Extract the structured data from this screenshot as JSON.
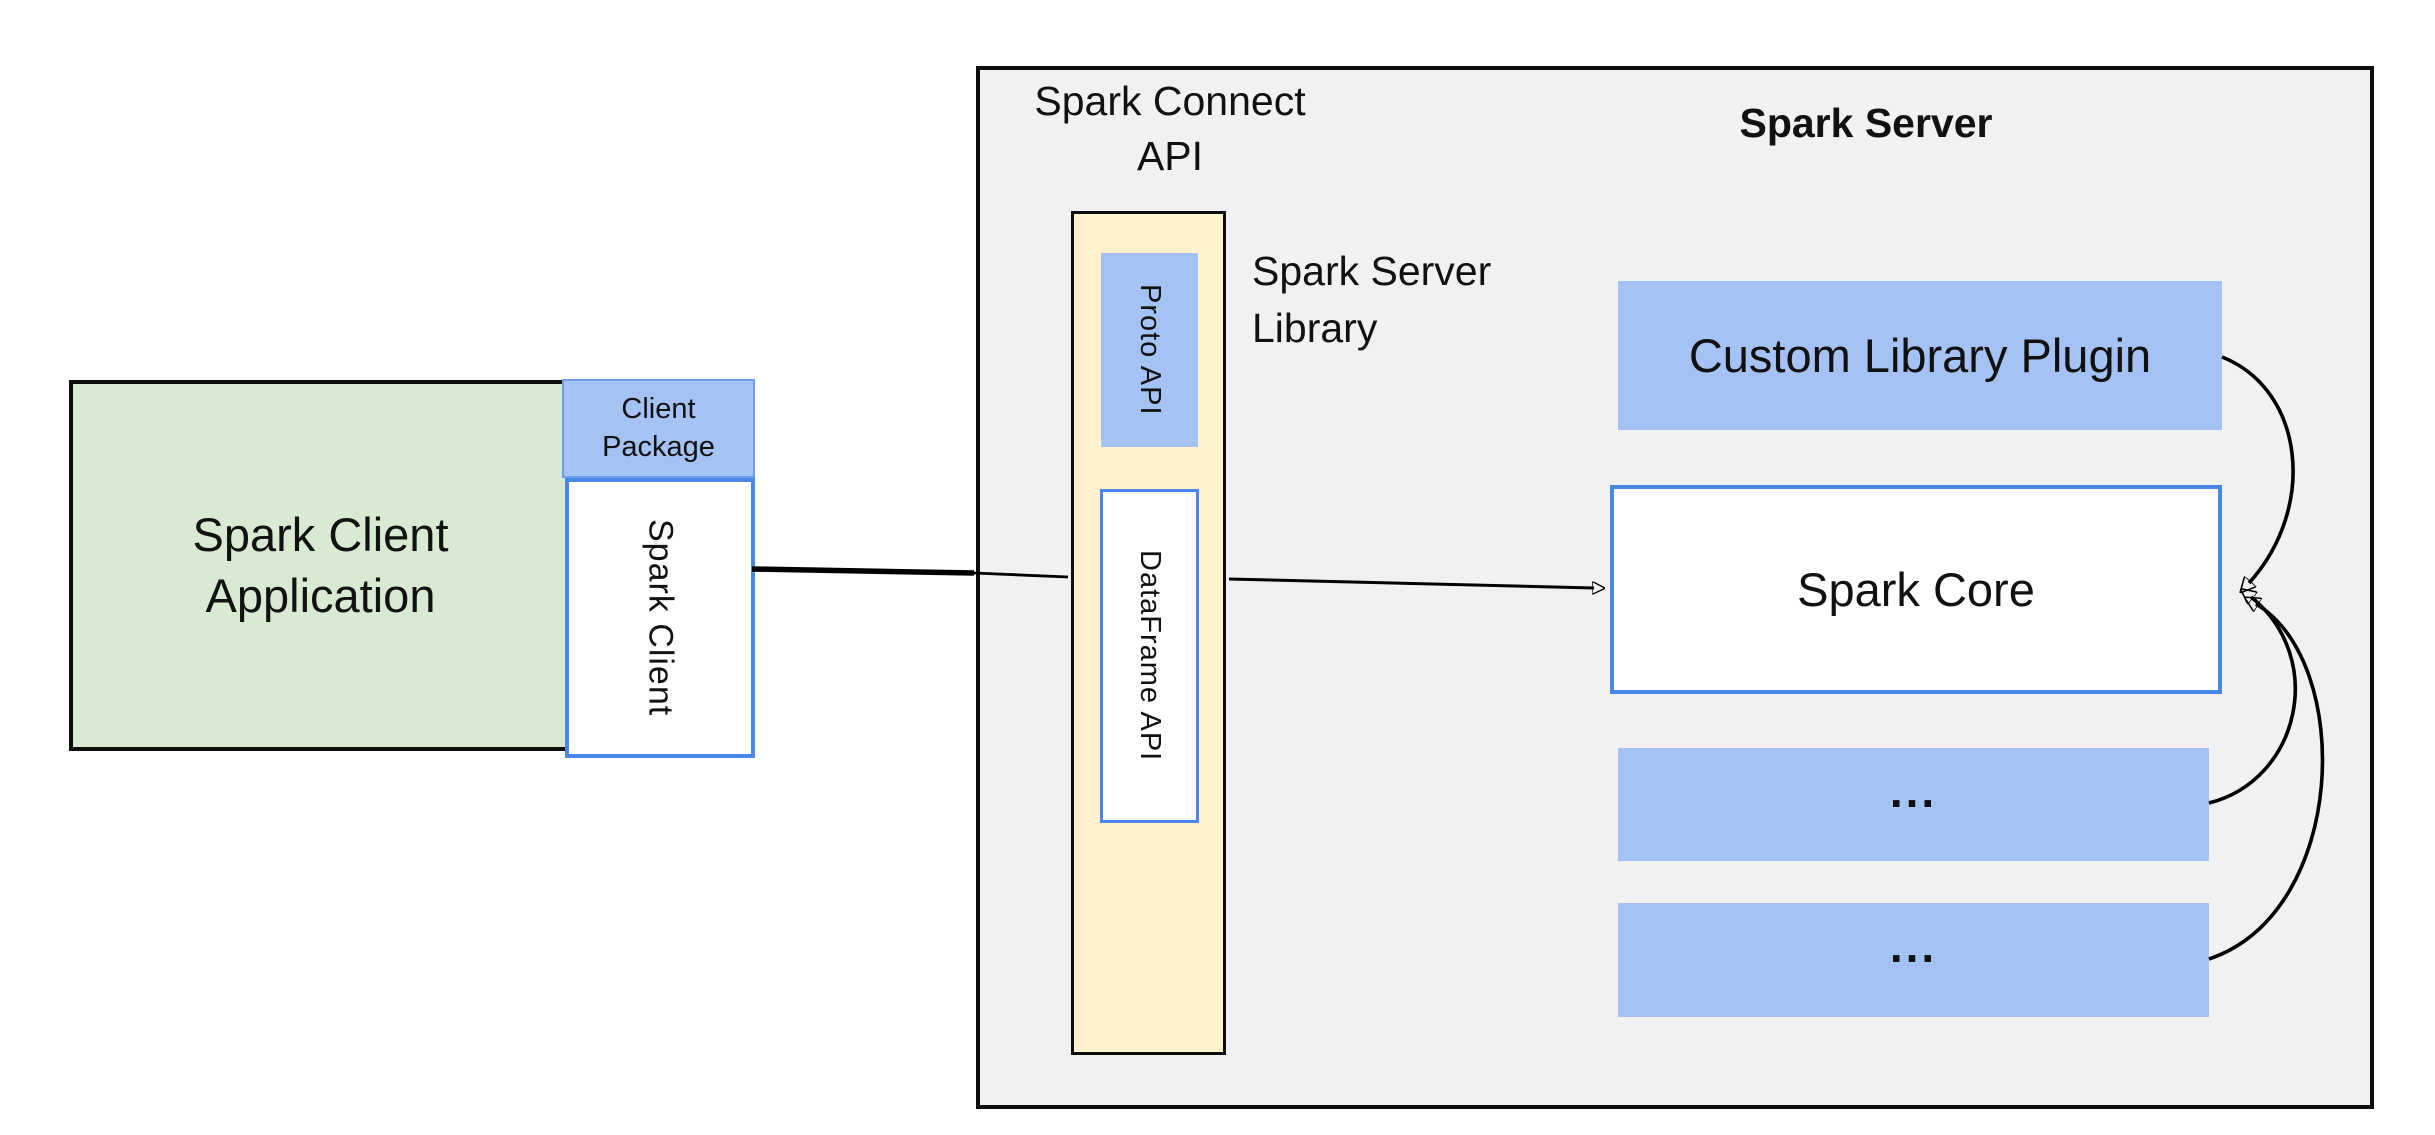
{
  "client": {
    "app_label": "Spark Client Application",
    "package_label": "Client Package",
    "client_label": "Spark Client"
  },
  "connect": {
    "title": "Spark Connect API",
    "proto_label": "Proto API",
    "dataframe_label": "DataFrame API",
    "library_label": "Spark Server Library"
  },
  "server": {
    "title": "Spark Server",
    "plugin_label": "Custom Library Plugin",
    "core_label": "Spark Core",
    "ellipsis_1": "...",
    "ellipsis_2": "..."
  },
  "colors": {
    "green_fill": "#d9ead3",
    "blue_fill": "#a4c2f4",
    "yellow_fill": "#fff2cc",
    "blue_border": "#4a86e8",
    "blue_soft_border": "#6d9eeb",
    "gray_fill": "#f1f1f2",
    "ink": "#111111"
  }
}
